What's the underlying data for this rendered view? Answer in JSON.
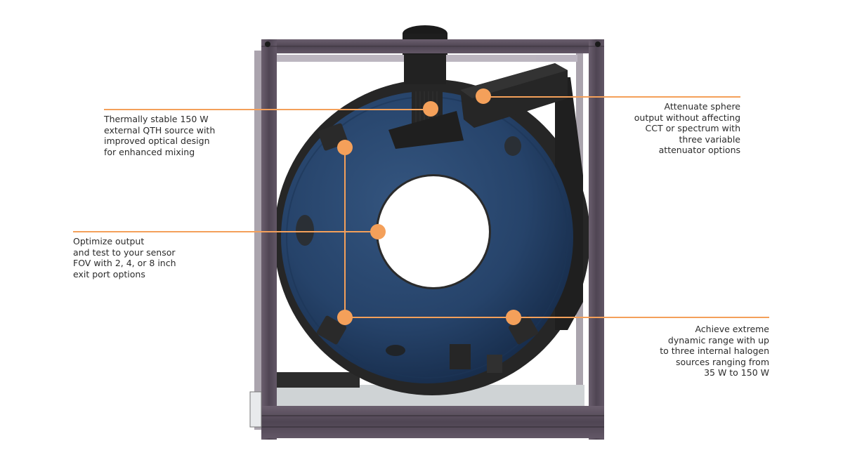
{
  "colors": {
    "accent": "#f4a05a",
    "sphere_blue": "#26436a",
    "frame": "#5a4f5e",
    "ring_dark": "#2a2a2a",
    "text": "#2b2b2b"
  },
  "callouts": [
    {
      "id": "qth-source",
      "text": "Thermally stable 150 W\nexternal QTH source with\nimproved optical design\nfor enhanced mixing",
      "align": "left"
    },
    {
      "id": "attenuator",
      "text": "Attenuate sphere\noutput without affecting\nCCT or spectrum with\nthree variable\nattenuator options",
      "align": "right"
    },
    {
      "id": "exit-port",
      "text": "Optimize output\nand test to your sensor\nFOV with 2, 4, or 8 inch\nexit port options",
      "align": "left"
    },
    {
      "id": "halogen-sources",
      "text": "Achieve extreme\ndynamic range with up\nto three internal halogen\nsources ranging from\n35 W to 150 W",
      "align": "right"
    }
  ],
  "illustration": {
    "subject": "integrating-sphere-in-frame",
    "exit_port": "exit-port-opening",
    "icons": [
      "qth-lamp-housing",
      "attenuator-box",
      "halogen-source-port",
      "exit-port"
    ]
  }
}
